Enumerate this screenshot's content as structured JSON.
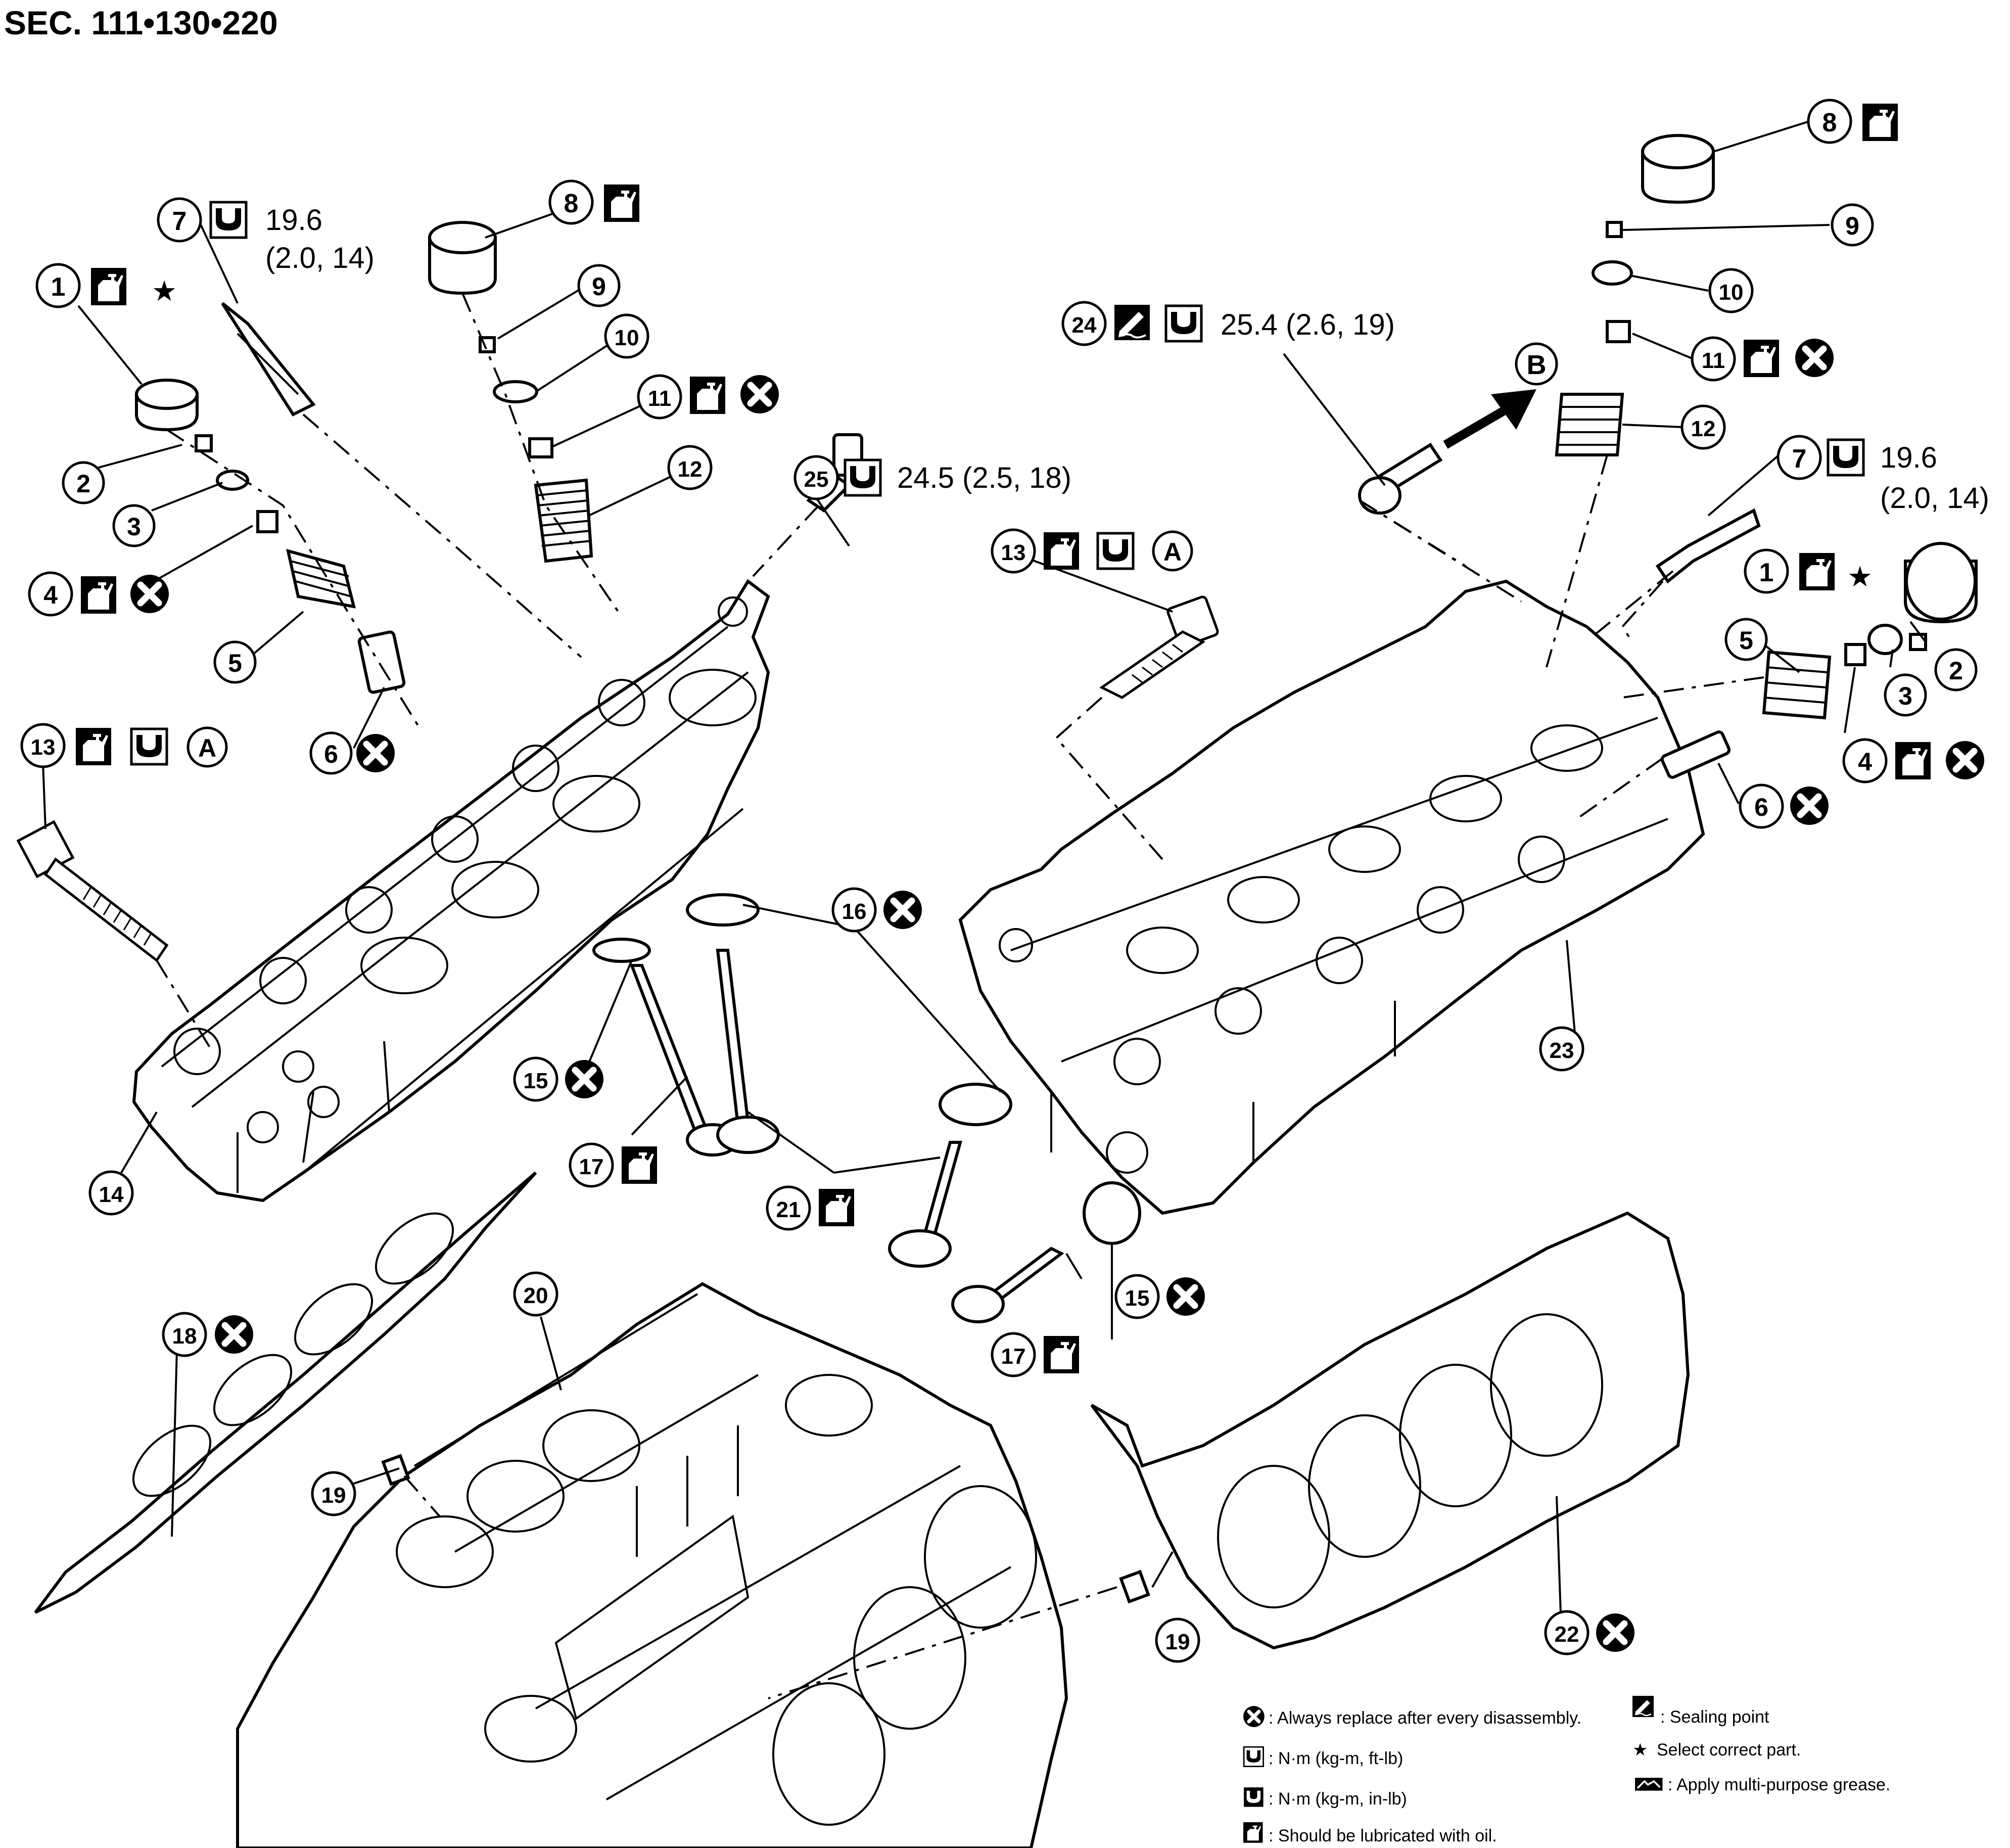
{
  "header": {
    "section": "SEC. 111•130•220"
  },
  "callouts": [
    {
      "id": "c-l-1",
      "n": "1"
    },
    {
      "id": "c-l-2",
      "n": "2"
    },
    {
      "id": "c-l-3",
      "n": "3"
    },
    {
      "id": "c-l-4",
      "n": "4"
    },
    {
      "id": "c-l-5",
      "n": "5"
    },
    {
      "id": "c-l-6",
      "n": "6"
    },
    {
      "id": "c-l-7",
      "n": "7"
    },
    {
      "id": "c-l-8",
      "n": "8"
    },
    {
      "id": "c-l-9",
      "n": "9"
    },
    {
      "id": "c-l-10",
      "n": "10"
    },
    {
      "id": "c-l-11",
      "n": "11"
    },
    {
      "id": "c-l-12",
      "n": "12"
    },
    {
      "id": "c-l-13",
      "n": "13"
    },
    {
      "id": "c-l-14",
      "n": "14"
    },
    {
      "id": "c-l-15",
      "n": "15"
    },
    {
      "id": "c-l-16",
      "n": "16"
    },
    {
      "id": "c-l-17",
      "n": "17"
    },
    {
      "id": "c-l-18",
      "n": "18"
    },
    {
      "id": "c-l-19",
      "n": "19"
    },
    {
      "id": "c-l-20",
      "n": "20"
    },
    {
      "id": "c-l-21",
      "n": "21"
    },
    {
      "id": "c-l-25",
      "n": "25"
    },
    {
      "id": "c-r-1",
      "n": "1"
    },
    {
      "id": "c-r-2",
      "n": "2"
    },
    {
      "id": "c-r-3",
      "n": "3"
    },
    {
      "id": "c-r-4",
      "n": "4"
    },
    {
      "id": "c-r-5",
      "n": "5"
    },
    {
      "id": "c-r-6",
      "n": "6"
    },
    {
      "id": "c-r-7",
      "n": "7"
    },
    {
      "id": "c-r-8",
      "n": "8"
    },
    {
      "id": "c-r-9",
      "n": "9"
    },
    {
      "id": "c-r-10",
      "n": "10"
    },
    {
      "id": "c-r-11",
      "n": "11"
    },
    {
      "id": "c-r-12",
      "n": "12"
    },
    {
      "id": "c-r-13",
      "n": "13"
    },
    {
      "id": "c-r-15",
      "n": "15"
    },
    {
      "id": "c-r-17",
      "n": "17"
    },
    {
      "id": "c-r-19",
      "n": "19"
    },
    {
      "id": "c-r-22",
      "n": "22"
    },
    {
      "id": "c-r-23",
      "n": "23"
    },
    {
      "id": "c-r-24",
      "n": "24"
    }
  ],
  "torques": {
    "left_7_line1": "19.6",
    "left_7_line2": "(2.0, 14)",
    "left_25": "24.5 (2.5, 18)",
    "right_24": "25.4 (2.6, 19)",
    "right_7_line1": "19.6",
    "right_7_line2": "(2.0, 14)"
  },
  "markers": {
    "star": "★",
    "A": "A",
    "B": "B"
  },
  "legend": {
    "replace": ": Always replace after every disassembly.",
    "torque_ftlb": ": N·m (kg-m, ft-lb)",
    "torque_inlb": ": N·m (kg-m, in-lb)",
    "lubricate": ": Should be lubricated with oil.",
    "sealing": ": Sealing point",
    "select": "Select correct part.",
    "grease": ": Apply multi-purpose grease."
  }
}
